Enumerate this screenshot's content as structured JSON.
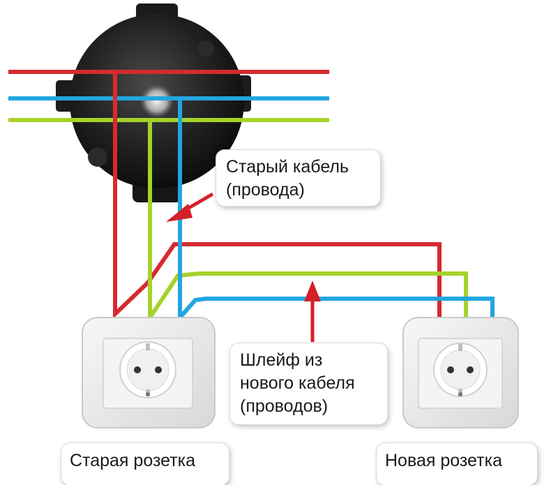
{
  "labels": {
    "old_cable": "Старый кабель\n(провода)",
    "new_cable": "Шлейф из\nнового кабеля\n(проводов)",
    "old_socket": "Старая розетка",
    "new_socket": "Новая розетка"
  },
  "colors": {
    "wire_red": "#d62a2f",
    "wire_blue": "#22a6e0",
    "wire_green": "#a6d22b",
    "arrow": "#d4202a",
    "junction_box": "#1f1f1f",
    "socket_plate": "#ececec"
  },
  "components": {
    "junction_box": "junction-box",
    "sockets": [
      "old-socket",
      "new-socket"
    ]
  }
}
